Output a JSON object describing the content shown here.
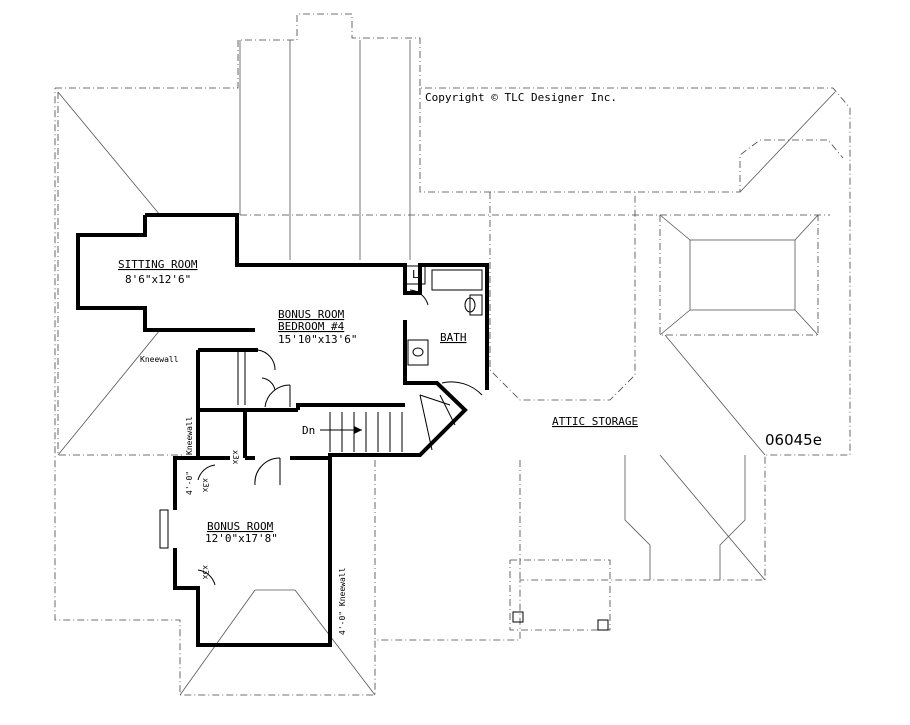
{
  "copyright": "Copyright © TLC Designer Inc.",
  "plan_number": "06045e",
  "rooms": {
    "sitting": {
      "name": "SITTING ROOM",
      "size": "8'6\"x12'6\""
    },
    "bonus4": {
      "name1": "BONUS ROOM",
      "name2": "BEDROOM #4",
      "size": "15'10\"x13'6\""
    },
    "bath": {
      "name": "BATH"
    },
    "attic": {
      "name": "ATTIC STORAGE"
    },
    "bonus": {
      "name": "BONUS ROOM",
      "size": "12'0\"x17'8\""
    }
  },
  "notes": {
    "kneewall": "Kneewall",
    "kneewall_side": "Kneewall",
    "kneewall_long": "4'-0\" Kneewall",
    "height_left": "4'-0\"",
    "dn": "Dn",
    "linen": "L",
    "closet_a": "x3x",
    "closet_b": "x3x",
    "closet_c": "x3x"
  }
}
